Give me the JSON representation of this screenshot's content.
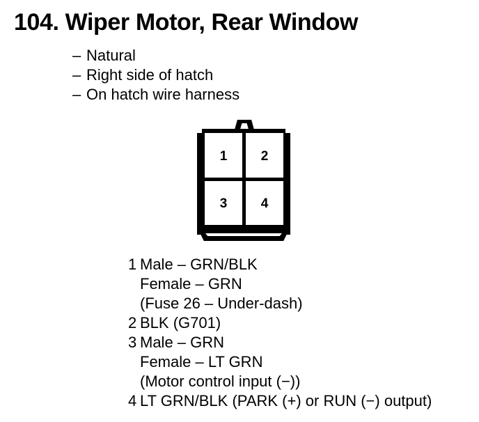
{
  "page": {
    "title": "104. Wiper Motor, Rear Window",
    "background_color": "#ffffff",
    "ink_color": "#000000"
  },
  "notes": {
    "dash": "–",
    "items": [
      "Natural",
      "Right side of hatch",
      "On hatch wire harness"
    ]
  },
  "connector": {
    "pin_count": 4,
    "rows": 2,
    "columns": 2,
    "cells": [
      {
        "number": "1",
        "row": 0,
        "col": 0
      },
      {
        "number": "2",
        "row": 0,
        "col": 1
      },
      {
        "number": "3",
        "row": 1,
        "col": 0
      },
      {
        "number": "4",
        "row": 1,
        "col": 1
      }
    ]
  },
  "pin_list": [
    {
      "number": "1",
      "lines": [
        "Male – GRN/BLK",
        "Female – GRN",
        "(Fuse 26 – Under-dash)"
      ]
    },
    {
      "number": "2",
      "lines": [
        "BLK (G701)"
      ]
    },
    {
      "number": "3",
      "lines": [
        "Male – GRN",
        "Female – LT GRN",
        "(Motor control input (−))"
      ]
    },
    {
      "number": "4",
      "lines": [
        "LT GRN/BLK (PARK (+) or RUN (−) output)"
      ]
    }
  ]
}
